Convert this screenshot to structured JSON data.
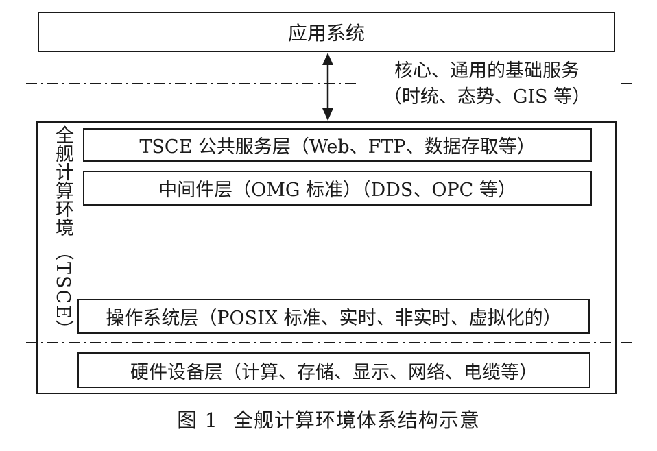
{
  "diagram": {
    "app_system": "应用系统",
    "core_services": {
      "line1": "核心、通用的基础服务",
      "line2": "（时统、态势、GIS 等）"
    },
    "tsce_label": {
      "main": "全舰计算环境",
      "abbr": "（TSCE）"
    },
    "layers": {
      "public_service": "TSCE 公共服务层（Web、FTP、数据存取等）",
      "middleware": "中间件层（OMG 标准）（DDS、OPC 等）",
      "os": "操作系统层（POSIX 标准、实时、非实时、虚拟化的）",
      "hardware": "硬件设备层（计算、存储、显示、网络、电缆等）"
    }
  },
  "caption": {
    "figure_number": "图 1",
    "title": "全舰计算环境体系结构示意"
  }
}
